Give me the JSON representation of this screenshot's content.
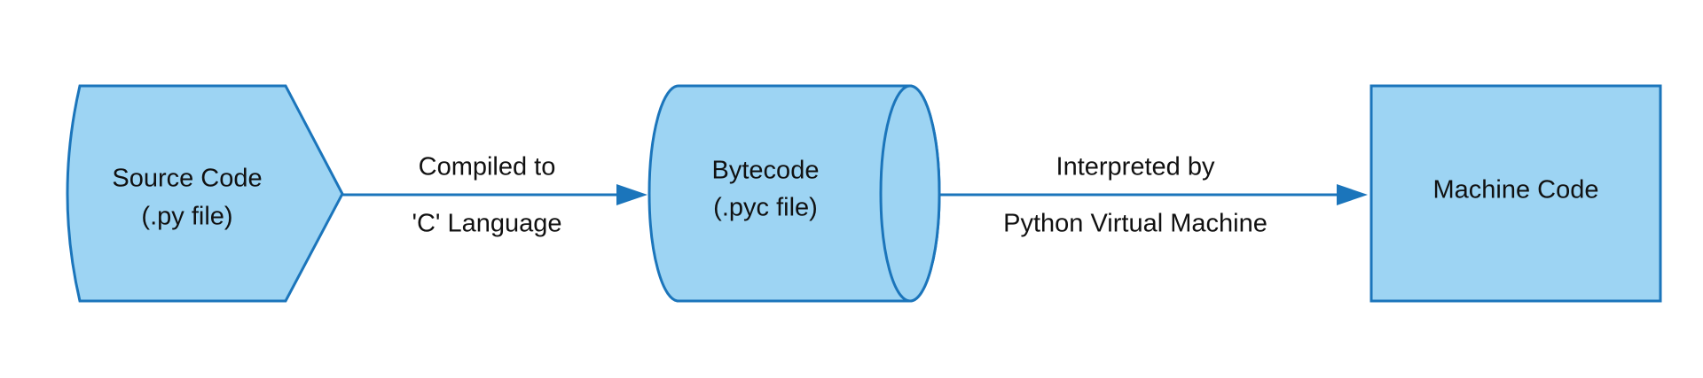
{
  "nodes": {
    "source": {
      "line1": "Source Code",
      "line2": "(.py file)"
    },
    "bytecode": {
      "line1": "Bytecode",
      "line2": "(.pyc file)"
    },
    "machine": {
      "label": "Machine Code"
    }
  },
  "edges": {
    "compile": {
      "line1": "Compiled to",
      "line2": "'C' Language"
    },
    "interpret": {
      "line1": "Interpreted by",
      "line2": "Python Virtual Machine"
    }
  },
  "colors": {
    "fill": "#9dd4f3",
    "stroke": "#1b75bb",
    "arrow": "#1b75bb"
  }
}
